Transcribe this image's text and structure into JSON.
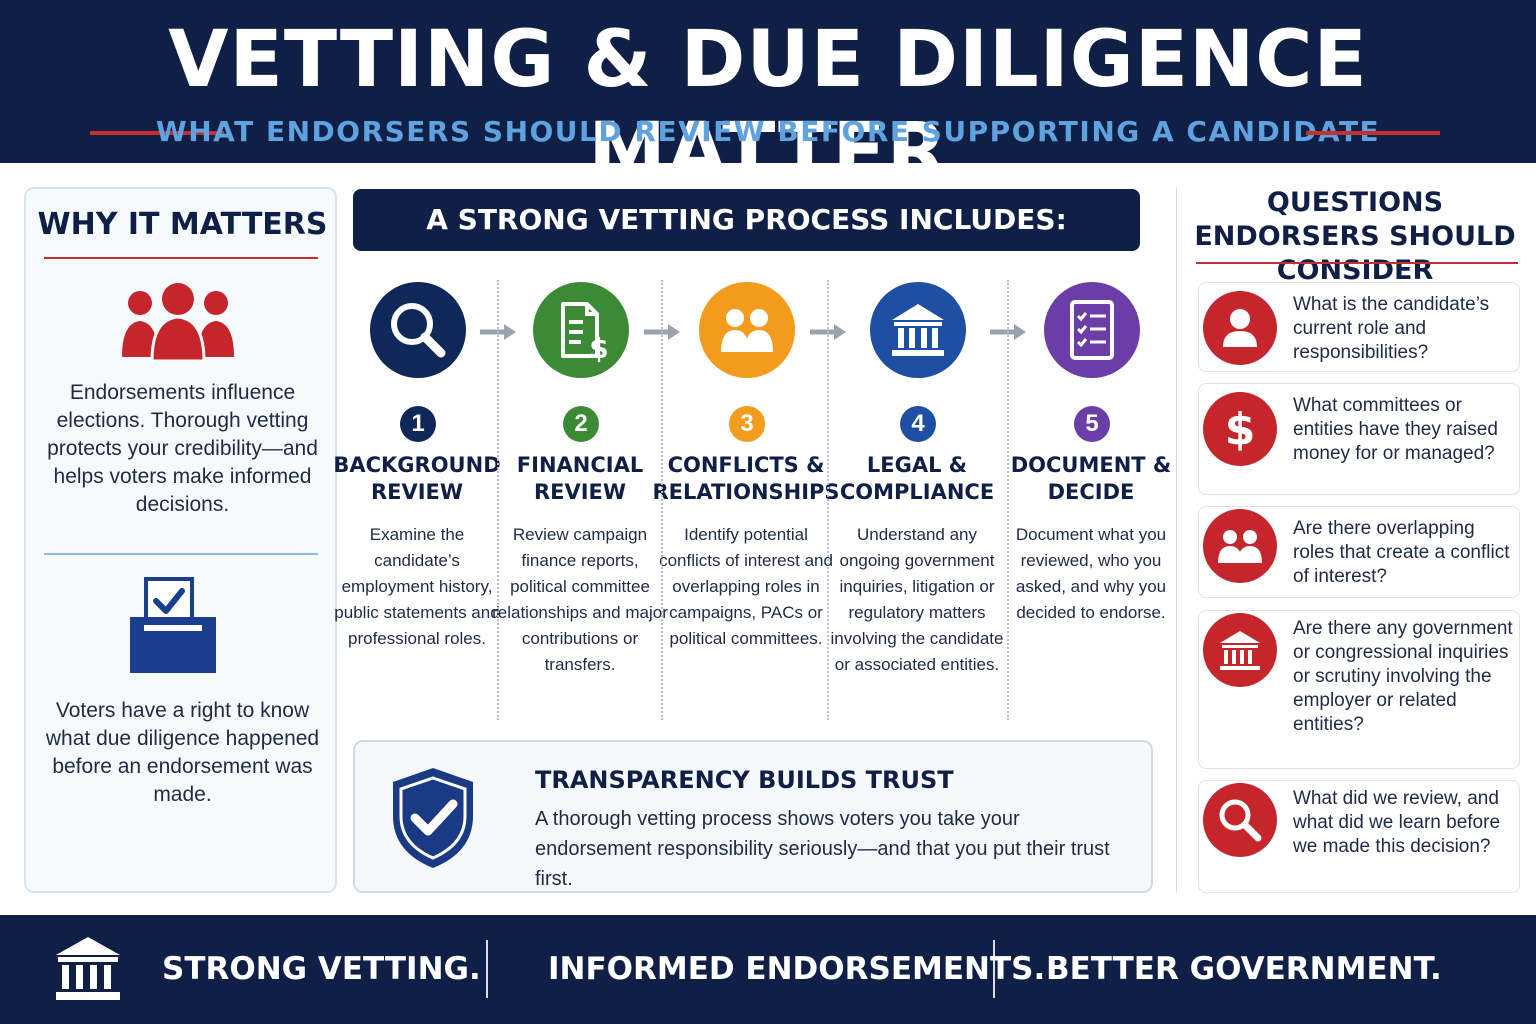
{
  "header": {
    "title": "VETTING & DUE DILIGENCE MATTER",
    "subtitle": "WHAT ENDORSERS SHOULD REVIEW BEFORE SUPPORTING A CANDIDATE"
  },
  "why": {
    "title": "WHY IT MATTERS",
    "para1": "Endorsements influence elections. Thorough vetting protects your credibility—and helps voters make informed decisions.",
    "para2": "Voters have a right to know what due diligence happened before an endorsement was made."
  },
  "process": {
    "title": "A STRONG VETTING PROCESS INCLUDES:",
    "steps": [
      {
        "num": "1",
        "title": "BACKGROUND REVIEW",
        "desc": "Examine the candidate’s employment history, public statements and professional roles.",
        "color": "#10275a",
        "icon": "magnifier-icon"
      },
      {
        "num": "2",
        "title": "FINANCIAL REVIEW",
        "desc": "Review campaign finance reports, political committee relationships and major contributions or transfers.",
        "color": "#3d8a36",
        "icon": "finance-document-icon"
      },
      {
        "num": "3",
        "title": "CONFLICTS & RELATIONSHIPS",
        "desc": "Identify potential conflicts of interest and overlapping roles in campaigns, PACs or political committees.",
        "color": "#f29b1d",
        "icon": "people-icon"
      },
      {
        "num": "4",
        "title": "LEGAL & COMPLIANCE",
        "desc": "Understand any ongoing government inquiries, litigation or regulatory matters involving the candidate or associated entities.",
        "color": "#1e4fa3",
        "icon": "government-building-icon"
      },
      {
        "num": "5",
        "title": "DOCUMENT & DECIDE",
        "desc": "Document what you reviewed, who you asked, and why you decided to endorse.",
        "color": "#6a3ea6",
        "icon": "checklist-icon"
      }
    ]
  },
  "trust": {
    "title": "TRANSPARENCY BUILDS TRUST",
    "desc": "A thorough vetting process shows voters you take your endorsement responsibility seriously—and that you put their trust first."
  },
  "questions": {
    "title": "QUESTIONS ENDORSERS SHOULD CONSIDER",
    "items": [
      {
        "icon": "person-icon",
        "text": "What is the candidate’s current role and responsibilities?"
      },
      {
        "icon": "dollar-icon",
        "text": "What committees or entities have they raised money for or managed?"
      },
      {
        "icon": "people-icon",
        "text": "Are there overlapping roles that create a conflict of interest?"
      },
      {
        "icon": "government-building-icon",
        "text": "Are there any government or congressional inquiries or scrutiny involving the employer or related entities?"
      },
      {
        "icon": "magnifier-icon",
        "text": "What did we review, and what did we learn before we made this decision?"
      }
    ]
  },
  "footer": {
    "items": [
      "STRONG VETTING.",
      "INFORMED ENDORSEMENTS.",
      "BETTER GOVERNMENT."
    ]
  },
  "colors": {
    "navy": "#0f1f45",
    "red": "#c4262c",
    "light_blue": "#5ea3e0"
  }
}
